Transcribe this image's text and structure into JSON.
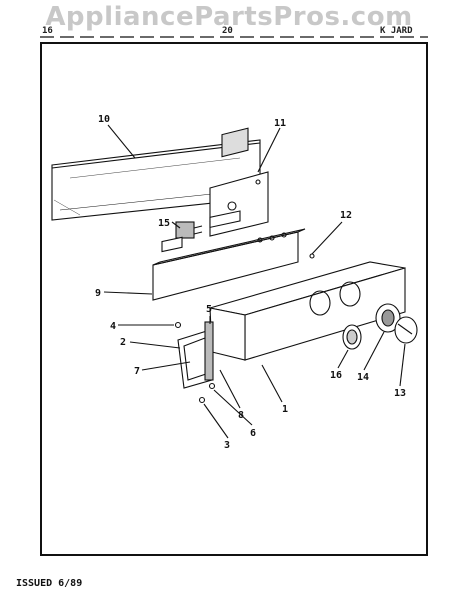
{
  "watermark": "AppliancePartsPros.com",
  "header": {
    "left": "16",
    "center": "20",
    "right": "K JARD"
  },
  "footer": {
    "issued": "ISSUED 6/89"
  },
  "parts": [
    {
      "id": "10",
      "label": "10"
    },
    {
      "id": "11",
      "label": "11"
    },
    {
      "id": "15",
      "label": "15"
    },
    {
      "id": "12",
      "label": "12"
    },
    {
      "id": "9",
      "label": "9"
    },
    {
      "id": "5",
      "label": "5"
    },
    {
      "id": "4",
      "label": "4"
    },
    {
      "id": "2",
      "label": "2"
    },
    {
      "id": "7",
      "label": "7"
    },
    {
      "id": "16",
      "label": "16"
    },
    {
      "id": "14",
      "label": "14"
    },
    {
      "id": "13",
      "label": "13"
    },
    {
      "id": "8",
      "label": "8"
    },
    {
      "id": "1",
      "label": "1"
    },
    {
      "id": "6",
      "label": "6"
    },
    {
      "id": "3",
      "label": "3"
    }
  ]
}
